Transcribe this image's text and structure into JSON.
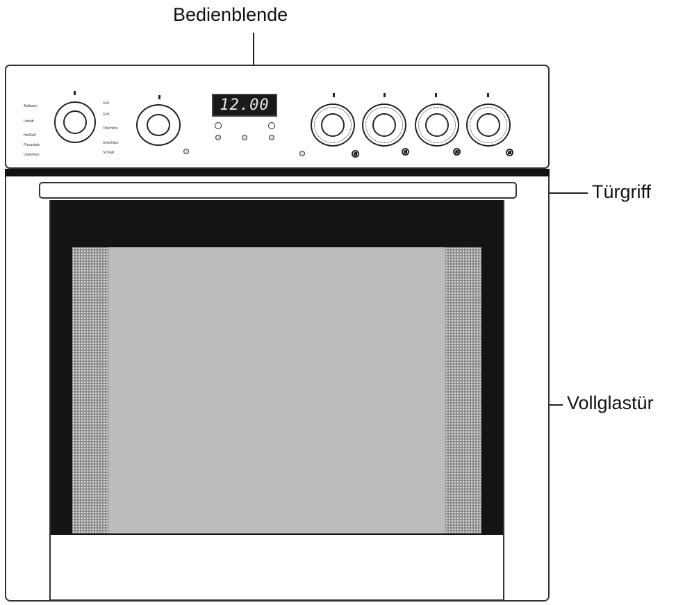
{
  "labels": {
    "control_panel": "Bedienblende",
    "door_handle": "Türgriff",
    "glass_door": "Vollglastür"
  },
  "display": {
    "time": "12.00"
  },
  "panel_text": {
    "left": [
      "Auftauen",
      "Umluft",
      "Heißluft",
      "Pizzastufe",
      "Unterhitze"
    ],
    "right": [
      "Grill",
      "Grill",
      "Oberhitze",
      "Unterhitze",
      "Schnell"
    ]
  },
  "colors": {
    "line": "#222222",
    "glass": "#bcbcbc",
    "frame": "#141414"
  },
  "icons": [
    "oven-function-knob-icon",
    "temperature-knob-icon",
    "hob-zone-icon"
  ]
}
